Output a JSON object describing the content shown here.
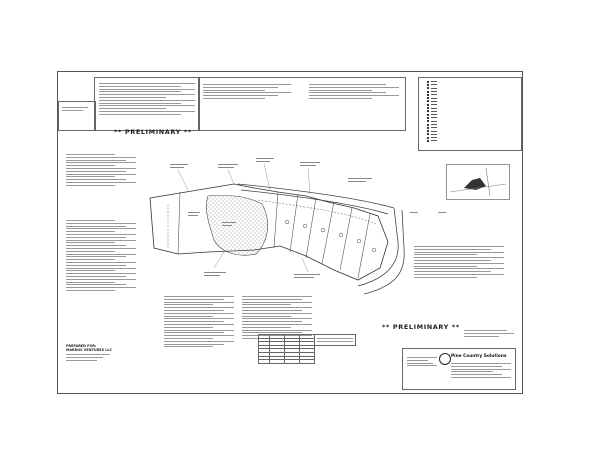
{
  "sheet": {
    "preliminary_label": "** PRELIMINARY **",
    "prepared_for": {
      "heading": "PREPARED FOR:",
      "line1": "MARDUS VENTURES LLC"
    },
    "title_block": {
      "company": "Pine Country Solutions"
    }
  },
  "colors": {
    "ink": "#222222",
    "paper": "#ffffff",
    "frame": "#555555",
    "hatch": "#777777"
  }
}
